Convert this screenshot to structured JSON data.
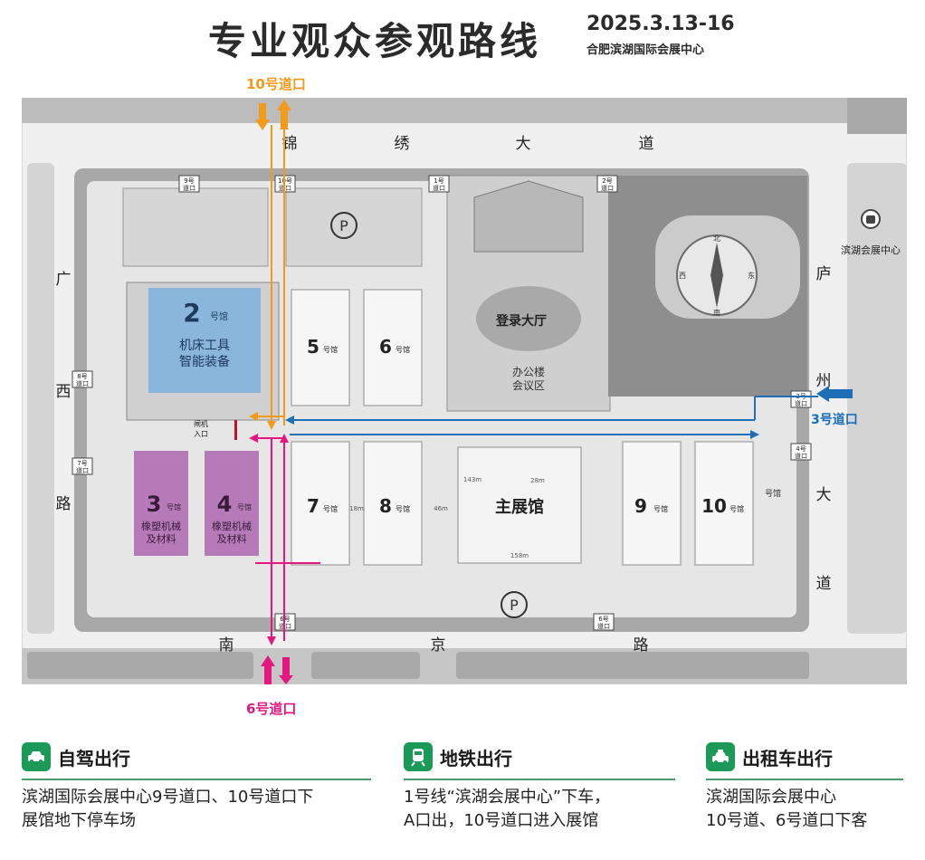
{
  "header": {
    "title": "专业观众参观路线",
    "date": "2025.3.13-16",
    "venue": "合肥滨湖国际会展中心"
  },
  "roads": {
    "north": [
      "锦",
      "绣",
      "大",
      "道"
    ],
    "west": [
      "广",
      "西",
      "路"
    ],
    "east": [
      "庐",
      "州",
      "大",
      "道"
    ],
    "south": [
      "南",
      "京",
      "路"
    ]
  },
  "gates": {
    "g10_top": "10号道口",
    "g6_bottom": "6号道口",
    "g3_right": "3号道口",
    "g1": [
      "1号",
      "道口"
    ],
    "g2": [
      "2号",
      "道口"
    ],
    "g3": [
      "3号",
      "道口"
    ],
    "g4": [
      "4号",
      "道口"
    ],
    "g6": [
      "6号",
      "道口"
    ],
    "g6b": [
      "6号",
      "道口"
    ],
    "g7": [
      "7号",
      "道口"
    ],
    "g8": [
      "8号",
      "道口"
    ],
    "g9": [
      "9号",
      "道口"
    ],
    "g10": [
      "10号",
      "道口"
    ],
    "turnstile": [
      "闸机",
      "入口"
    ]
  },
  "halls": {
    "h2": {
      "num": "2",
      "suffix": "号馆",
      "line1": "机床工具",
      "line2": "智能装备"
    },
    "h3": {
      "num": "3",
      "suffix": "号馆",
      "line1": "橡塑机械",
      "line2": "及材料"
    },
    "h4": {
      "num": "4",
      "suffix": "号馆",
      "line1": "橡塑机械",
      "line2": "及材料"
    },
    "h5": {
      "num": "5",
      "suffix": "号馆"
    },
    "h6": {
      "num": "6",
      "suffix": "号馆"
    },
    "h7": {
      "num": "7",
      "suffix": "号馆"
    },
    "h8": {
      "num": "8",
      "suffix": "号馆"
    },
    "h9": {
      "num": "9",
      "suffix": "号馆"
    },
    "h10": {
      "num": "10",
      "suffix": "号馆"
    },
    "main": "主展馆",
    "partial": "号馆"
  },
  "places": {
    "lobby": "登录大厅",
    "office": [
      "办公楼",
      "会议区"
    ],
    "metro": "滨湖会展中心",
    "compass": {
      "n": "北",
      "s": "南",
      "e": "东",
      "w": "西"
    },
    "parking": "P"
  },
  "dims": {
    "d143": "143m",
    "d158": "158m",
    "d46": "46m",
    "d18": "18m",
    "d28": "28m"
  },
  "footer": {
    "car": {
      "title": "自驾出行",
      "lines": [
        "滨湖国际会展中心9号道口、10号道口下",
        "展馆地下停车场"
      ]
    },
    "metro": {
      "title": "地铁出行",
      "lines": [
        "1号线“滨湖会展中心”下车，",
        "A口出，10号道口进入展馆"
      ]
    },
    "taxi": {
      "title": "出租车出行",
      "lines": [
        "滨湖国际会展中心",
        "10号道、6号道口下客"
      ]
    }
  },
  "colors": {
    "orange_route": "#f29a1a",
    "magenta_route": "#e5177e",
    "blue_route": "#1c6fb7",
    "hall2": "#8bb6dc",
    "hall34": "#b67ab8",
    "green": "#1b9a57"
  }
}
